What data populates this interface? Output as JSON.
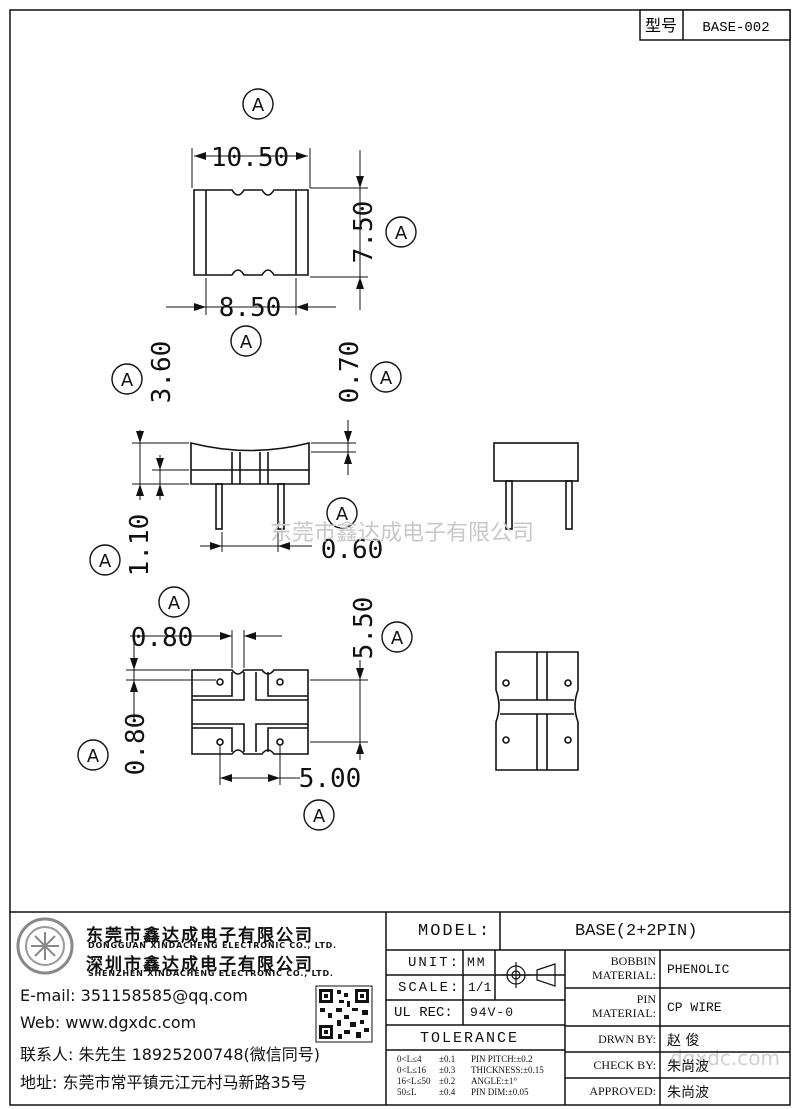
{
  "model_tag": {
    "label": "型号",
    "value": "BASE-002"
  },
  "drawing": {
    "datum": "A",
    "dims": {
      "top_width": "10.50",
      "top_height": "7.50",
      "top_inner": "8.50",
      "side_total": "3.60",
      "side_thin": "0.70",
      "side_mid": "1.10",
      "side_pin": "0.60",
      "bottom_slot": "0.80",
      "bottom_height": "5.50",
      "bottom_side": "0.80",
      "bottom_pitch": "5.00"
    },
    "watermark": "东莞市鑫达成电子有限公司",
    "watermark_url": "dgxdc.com"
  },
  "company": {
    "name_dg": "东莞市鑫达成电子有限公司",
    "name_dg_en": "DONGGUAN XINDACHENG ELECTRONIC CO., LTD.",
    "name_sz": "深圳市鑫达成电子有限公司",
    "name_sz_en": "SHENZHEN XINDACHENG ELECTRONIC CO., LTD.",
    "email": "E-mail: 351158585@qq.com",
    "web": "Web: www.dgxdc.com",
    "contact": "联系人: 朱先生 18925200748(微信同号)",
    "address": "地址: 东莞市常平镇元江元村马新路35号"
  },
  "title_block": {
    "model_label": "MODEL:",
    "model_value": "BASE(2+2PIN)",
    "unit_label": "UNIT:",
    "unit_value": "MM",
    "scale_label": "SCALE:",
    "scale_value": "1/1",
    "ulrec_label": "UL REC:",
    "ulrec_value": "94V-0",
    "tolerance_label": "TOLERANCE",
    "tol_rows": [
      {
        "range": "0<L≤4",
        "tol": "±0.1",
        "item": "PIN PITCH:±0.2"
      },
      {
        "range": "0<L≤16",
        "tol": "±0.3",
        "item": "THICKNESS:±0.15"
      },
      {
        "range": "16<L≤50",
        "tol": "±0.2",
        "item": "ANGLE:±1°"
      },
      {
        "range": "50≤L",
        "tol": "±0.4",
        "item": "PIN DIM:±0.05"
      }
    ],
    "bobbin_label": "BOBBIN MATERIAL:",
    "bobbin_value": "PHENOLIC",
    "pin_label": "PIN MATERIAL:",
    "pin_value": "CP WIRE",
    "drawn_label": "DRWN BY:",
    "drawn_value": "赵 俊",
    "check_label": "CHECK BY:",
    "check_value": "朱尚波",
    "approved_label": "APPROVED:",
    "approved_value": "朱尚波"
  }
}
